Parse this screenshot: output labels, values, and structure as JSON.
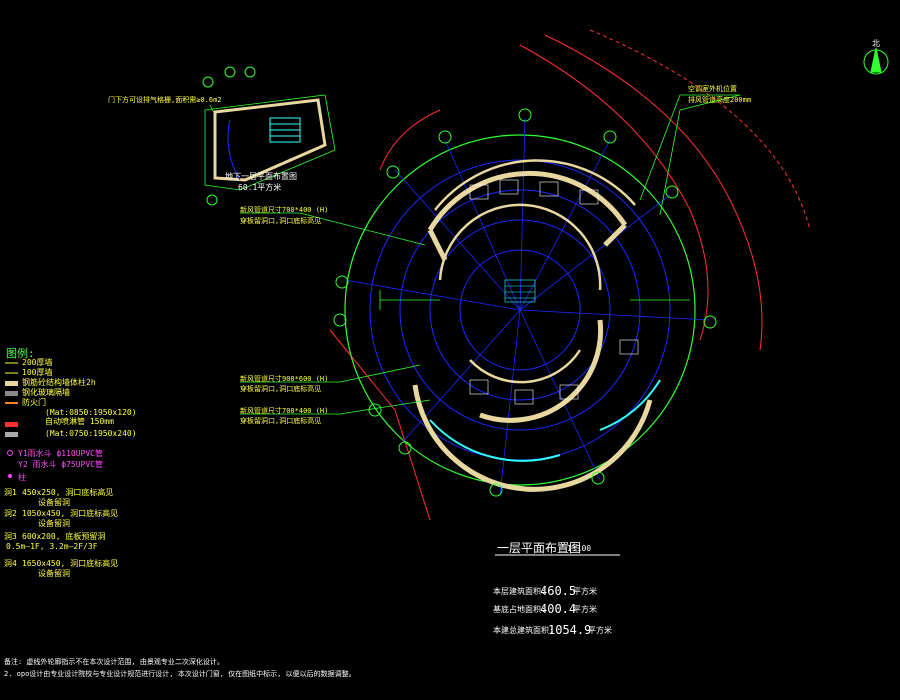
{
  "drawing": {
    "title": "一层平面布置图",
    "scale": "1:100",
    "inset_title": "地下一层平面布置图",
    "inset_area": "60.1平方米",
    "north_label": "北"
  },
  "stats": [
    {
      "label": "本层建筑面积:",
      "value": "460.5",
      "unit": "平方米"
    },
    {
      "label": "基底占地面积:",
      "value": "400.4",
      "unit": "平方米"
    },
    {
      "label": "本建总建筑面积:",
      "value": "1054.9",
      "unit": "平方米"
    }
  ],
  "legend": {
    "title": "图例:",
    "items": [
      "200厚墙",
      "100厚墙",
      "钢筋砼结构墙体柱2h",
      "钢化玻璃隔墙",
      "防火门",
      "(Mat:0850:1950x120)",
      "自动喷淋管 150mm",
      "(Mat:0750:1950x240)",
      "Y1雨水斗  ф110UPVC管",
      "Y2 雨水斗  ф75UPVC管",
      "柱",
      "450x250, 洞口底标高见",
      "设备留洞",
      "1050x450, 洞口底标高见",
      "设备留洞",
      "600x200, 底板预留洞",
      "0.5m—1F, 3.2m—2F/3F",
      "1650x450, 洞口底标高见",
      "设备留洞"
    ],
    "markers": [
      "洞1",
      "洞2",
      "洞3",
      "洞4"
    ]
  },
  "callouts": {
    "inset_note": "门下方可设排气格栅,面积需≥0.6m2",
    "top_right": "空调室外机位置",
    "top_right2": "排风管道高度200mm",
    "left1": "新风管道尺寸700*400 (H)",
    "left1b": "穿板留洞口,洞口底标高见",
    "left2": "新风管道尺寸900*600 (H)",
    "left2b": "穿板留洞口,洞口底标高见",
    "left3": "新风管道尺寸700*400 (H)",
    "left3b": "穿板留洞口,洞口底标高见"
  },
  "notes": [
    "备注: 虚线外轮廓指示不在本次设计范围, 由景观专业二次深化设计。",
    "2. opo设计由专业设计院校与专业设计规范进行设计, 本次设计门窗, 仅在图纸中标示, 以便以后的数据调整。"
  ],
  "colors": {
    "grid": "#1a2aff",
    "axis": "#30ff30",
    "wall": "#e8d8a0",
    "text_yellow": "#ffff40",
    "magenta": "#ff40ff",
    "red": "#ff3030",
    "cyan": "#30ffff"
  }
}
